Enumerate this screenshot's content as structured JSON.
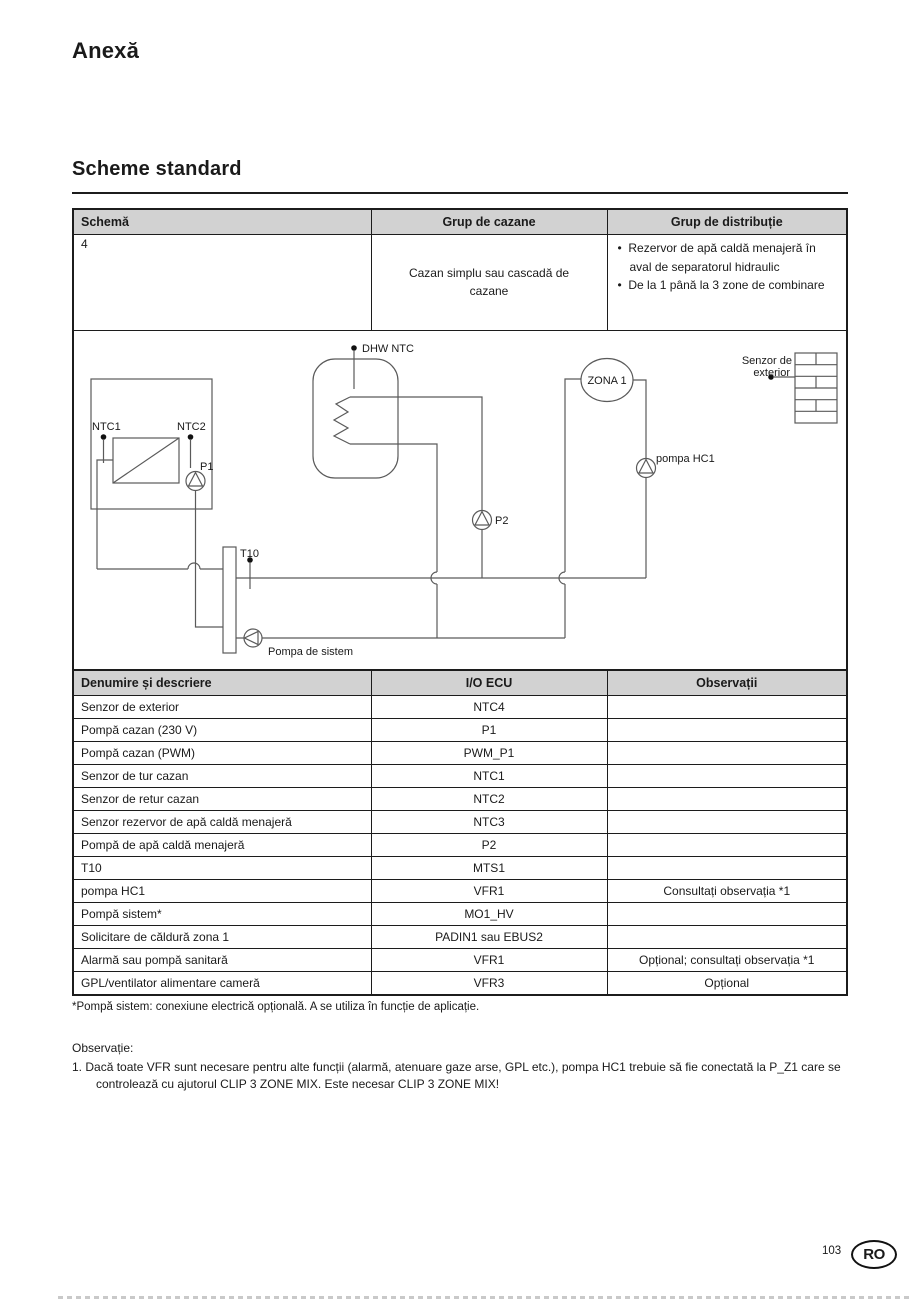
{
  "page": {
    "title": "Anexă",
    "section_title": "Scheme standard",
    "page_number": "103",
    "country_badge": "RO"
  },
  "table1": {
    "headers": [
      "Schemă",
      "Grup de cazane",
      "Grup de distribuție"
    ],
    "row": {
      "schema": "4",
      "grup_cazane": "Cazan simplu sau cascadă de cazane",
      "grup_distributie": [
        "Rezervor de apă caldă menajeră în aval de separatorul hidraulic",
        "De la 1 până la 3 zone de combinare"
      ]
    }
  },
  "diagram": {
    "labels": {
      "dhw_ntc": "DHW NTC",
      "ntc1": "NTC1",
      "ntc2": "NTC2",
      "p1": "P1",
      "p2": "P2",
      "t10": "T10",
      "zona1": "ZONA 1",
      "pompa_hc1": "pompa HC1",
      "senzor_exterior_line1": "Senzor de",
      "senzor_exterior_line2": "exterior",
      "pompa_sistem": "Pompa de sistem"
    }
  },
  "table2": {
    "headers": [
      "Denumire și descriere",
      "I/O ECU",
      "Observații"
    ],
    "rows": [
      {
        "name": "Senzor de exterior",
        "io": "NTC4",
        "obs": ""
      },
      {
        "name": "Pompă cazan (230 V)",
        "io": "P1",
        "obs": ""
      },
      {
        "name": "Pompă cazan (PWM)",
        "io": "PWM_P1",
        "obs": ""
      },
      {
        "name": "Senzor de tur cazan",
        "io": "NTC1",
        "obs": ""
      },
      {
        "name": "Senzor de retur cazan",
        "io": "NTC2",
        "obs": ""
      },
      {
        "name": "Senzor rezervor de apă caldă menajeră",
        "io": "NTC3",
        "obs": ""
      },
      {
        "name": "Pompă de apă caldă menajeră",
        "io": "P2",
        "obs": ""
      },
      {
        "name": "T10",
        "io": "MTS1",
        "obs": ""
      },
      {
        "name": "pompa HC1",
        "io": "VFR1",
        "obs": "Consultați observația *1"
      },
      {
        "name": "Pompă sistem*",
        "io": "MO1_HV",
        "obs": ""
      },
      {
        "name": "Solicitare de căldură zona 1",
        "io": "PADIN1 sau EBUS2",
        "obs": ""
      },
      {
        "name": "Alarmă sau pompă sanitară",
        "io": "VFR1",
        "obs": "Opțional; consultați observația *1"
      },
      {
        "name": "GPL/ventilator alimentare cameră",
        "io": "VFR3",
        "obs": "Opțional"
      }
    ]
  },
  "notes": {
    "footnote": "*Pompă sistem: conexiune electrică opțională. A se utiliza în funcție de aplicație.",
    "observation_heading": "Observație:",
    "observation_item": {
      "number": "1.",
      "text": "Dacă toate VFR sunt necesare pentru alte funcții (alarmă, atenuare gaze arse, GPL etc.), pompa HC1 trebuie să fie conectată la P_Z1 care se controlează cu ajutorul CLIP 3 ZONE MIX. Este necesar CLIP 3 ZONE MIX!"
    }
  }
}
